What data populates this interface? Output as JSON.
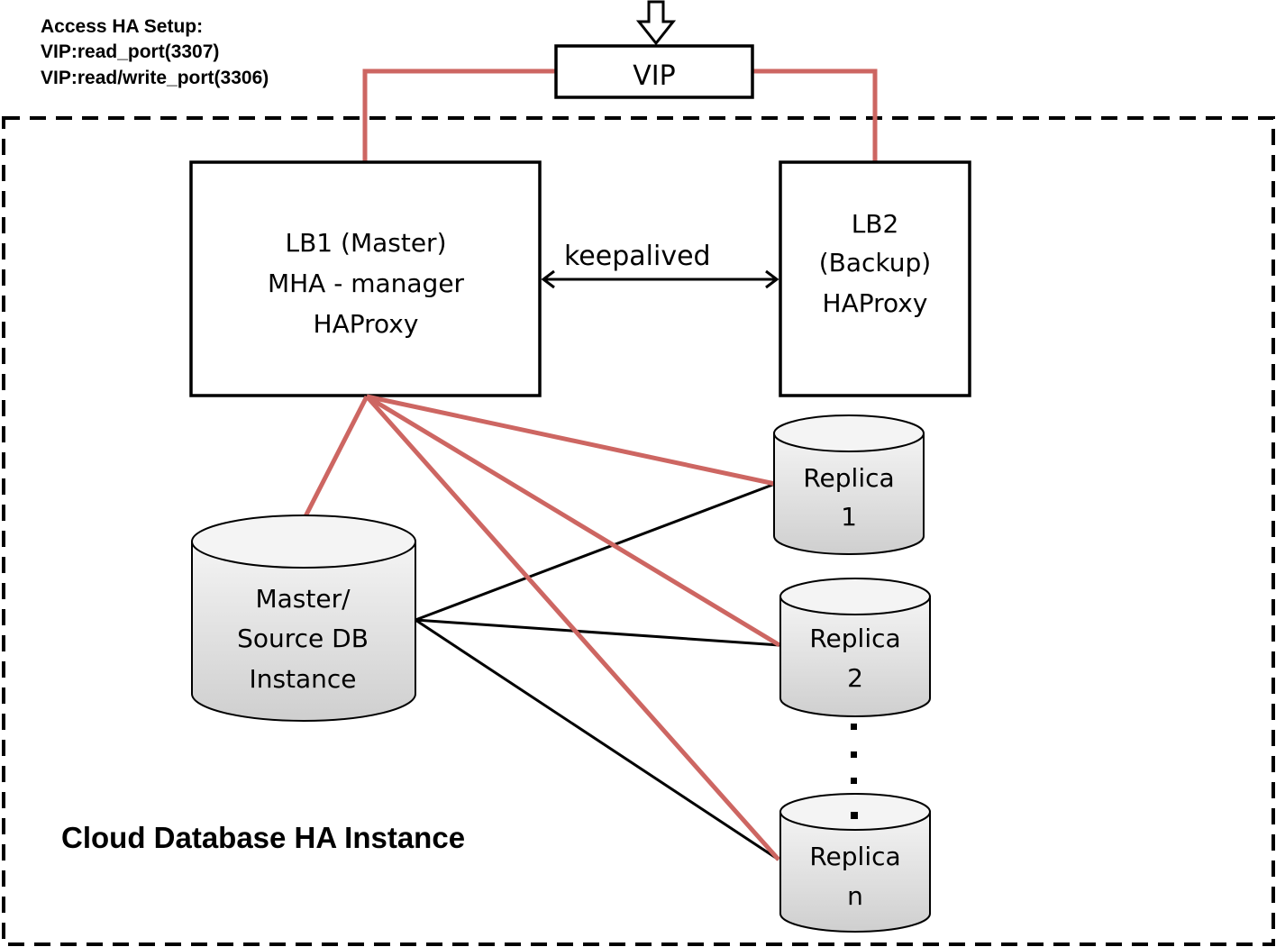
{
  "header": {
    "title": "Access HA Setup:",
    "lines": [
      "VIP:read_port(3307)",
      "VIP:read/write_port(3306)"
    ]
  },
  "vip": {
    "label": "VIP"
  },
  "lb1": {
    "lines": [
      "LB1 (Master)",
      "MHA - manager",
      "HAProxy"
    ]
  },
  "lb2": {
    "lines": [
      "LB2",
      "(Backup)",
      "HAProxy"
    ]
  },
  "link": {
    "label": "keepalived"
  },
  "master_db": {
    "lines": [
      "Master/",
      "Source DB",
      "Instance"
    ]
  },
  "replicas": [
    {
      "lines": [
        "Replica",
        "1"
      ]
    },
    {
      "lines": [
        "Replica",
        "2"
      ]
    },
    {
      "lines": [
        "Replica",
        "n"
      ]
    }
  ],
  "boundary": {
    "label": "Cloud Database HA Instance"
  },
  "colors": {
    "management_link": "#cd6662",
    "replication_link": "#000000",
    "cylinder_fill_top": "#f4f4f4",
    "cylinder_fill_bottom": "#cfcfcf"
  }
}
